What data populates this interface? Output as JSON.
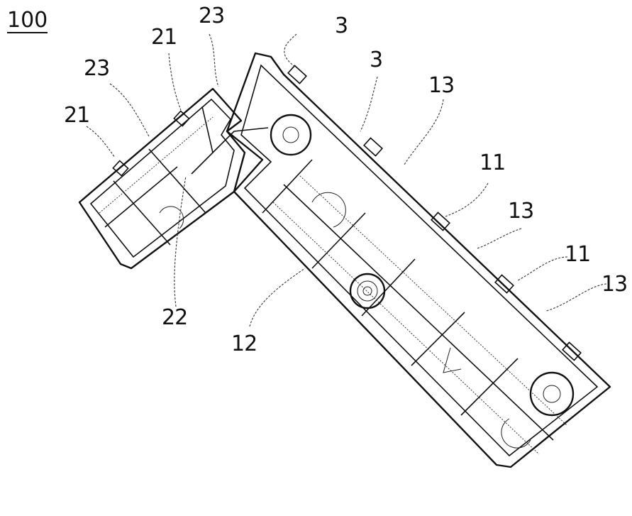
{
  "figure": {
    "number": "100",
    "type": "patent line drawing",
    "subject": "L-shaped bracket with ribbed cells, bosses and mounting clips"
  },
  "labels": [
    {
      "id": "label-23-top",
      "text": "23"
    },
    {
      "id": "label-21-upper",
      "text": "21"
    },
    {
      "id": "label-23-left",
      "text": "23"
    },
    {
      "id": "label-21-left",
      "text": "21"
    },
    {
      "id": "label-3-top",
      "text": "3"
    },
    {
      "id": "label-3-mid",
      "text": "3"
    },
    {
      "id": "label-13-top",
      "text": "13"
    },
    {
      "id": "label-11-upper",
      "text": "11"
    },
    {
      "id": "label-13-mid",
      "text": "13"
    },
    {
      "id": "label-11-lower",
      "text": "11"
    },
    {
      "id": "label-13-lower",
      "text": "13"
    },
    {
      "id": "label-22",
      "text": "22"
    },
    {
      "id": "label-12",
      "text": "12"
    }
  ]
}
